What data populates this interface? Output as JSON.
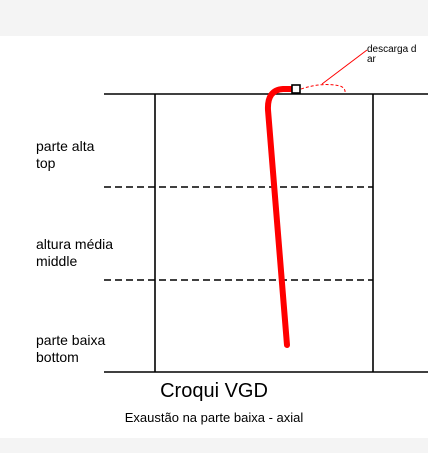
{
  "colors": {
    "background": "#ffffff",
    "band": "#f4f4f4",
    "line": "#000000",
    "accent_red": "#ff0000"
  },
  "annotation": {
    "line1": "descarga d",
    "line2": "ar"
  },
  "zones": [
    {
      "line1": "parte alta",
      "line2": "top"
    },
    {
      "line1": "altura média",
      "line2": "middle"
    },
    {
      "line1": "parte baixa",
      "line2": "bottom"
    }
  ],
  "title": "Croqui VGD",
  "subtitle": "Exaustão na parte baixa - axial"
}
